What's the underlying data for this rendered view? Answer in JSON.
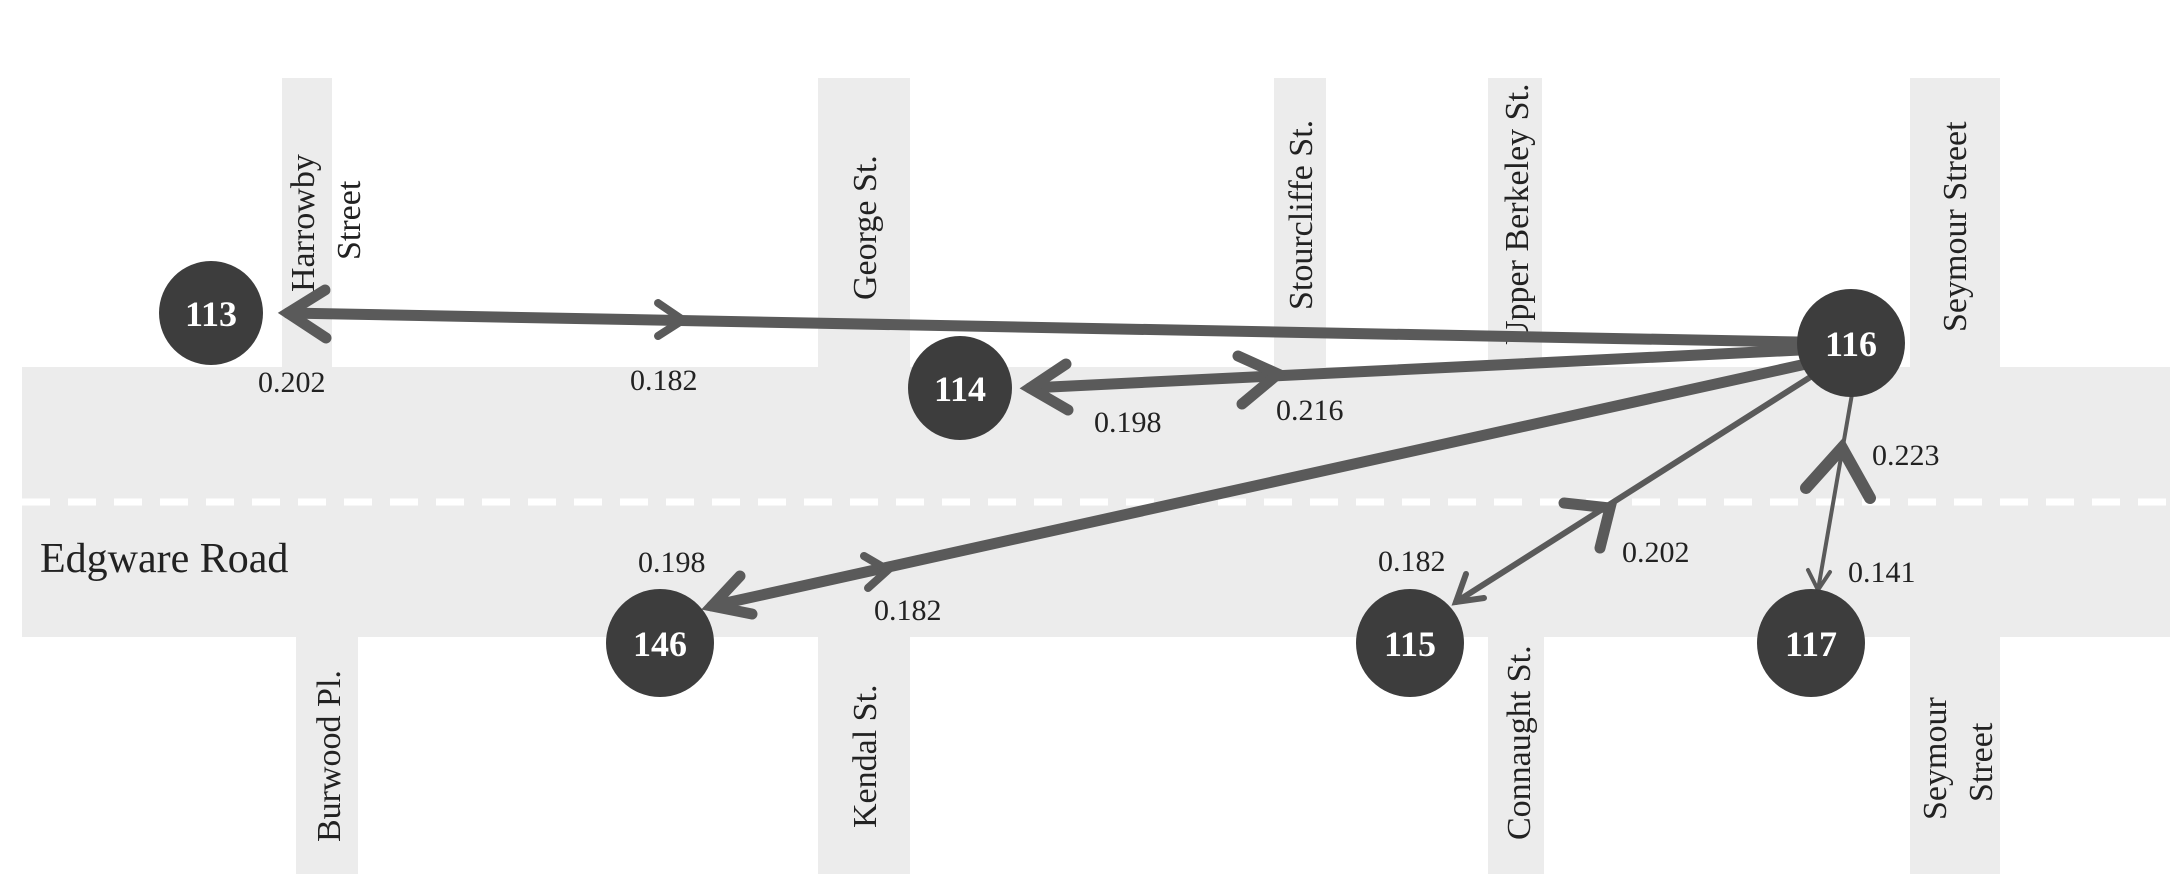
{
  "road": {
    "name": "Edgware Road"
  },
  "streets_north": [
    {
      "id": "harrowby",
      "lines": [
        "Harrowby",
        "Street"
      ]
    },
    {
      "id": "george",
      "lines": [
        "George St."
      ]
    },
    {
      "id": "stourcliffe",
      "lines": [
        "Stourcliffe St."
      ]
    },
    {
      "id": "upper-berkeley",
      "lines": [
        "Upper Berkeley St."
      ]
    },
    {
      "id": "seymour-north",
      "lines": [
        "Seymour Street"
      ]
    }
  ],
  "streets_south": [
    {
      "id": "burwood",
      "lines": [
        "Burwood Pl."
      ]
    },
    {
      "id": "kendal",
      "lines": [
        "Kendal St."
      ]
    },
    {
      "id": "connaught",
      "lines": [
        "Connaught St."
      ]
    },
    {
      "id": "seymour-south",
      "lines": [
        "Seymour",
        "Street"
      ]
    }
  ],
  "nodes": [
    {
      "id": "113",
      "label": "113"
    },
    {
      "id": "114",
      "label": "114"
    },
    {
      "id": "116",
      "label": "116"
    },
    {
      "id": "146",
      "label": "146"
    },
    {
      "id": "115",
      "label": "115"
    },
    {
      "id": "117",
      "label": "117"
    }
  ],
  "edges": [
    {
      "id": "116-113",
      "from": "116",
      "to": "113",
      "weight": "0.182",
      "to_weight": "0.202"
    },
    {
      "id": "116-114",
      "from": "116",
      "to": "114",
      "weight": "0.216",
      "to_weight": "0.198"
    },
    {
      "id": "116-146",
      "from": "116",
      "to": "146",
      "weight": "0.182",
      "to_weight": "0.198"
    },
    {
      "id": "116-115",
      "from": "116",
      "to": "115",
      "weight": "0.202",
      "to_weight": "0.182"
    },
    {
      "id": "116-117",
      "from": "116",
      "to": "117",
      "weight": "0.223",
      "to_weight": "0.141"
    }
  ],
  "colors": {
    "road_fill": "#ececec",
    "node_fill": "#3d3d3d",
    "edge": "#5a5a5a",
    "road_center_dash": "#ffffff"
  }
}
